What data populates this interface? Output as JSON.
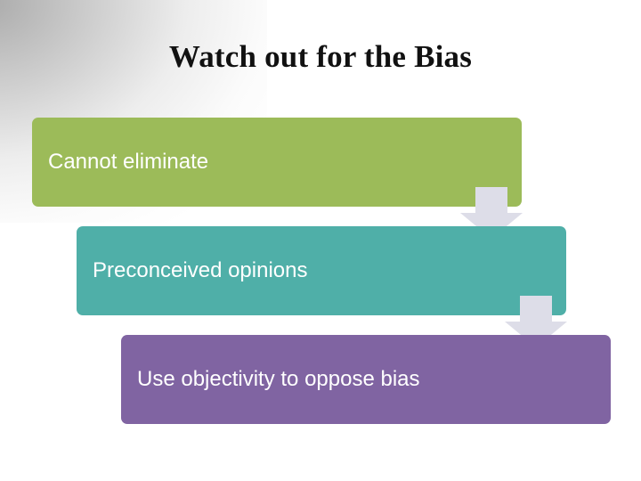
{
  "slide": {
    "title": "Watch out for the Bias",
    "background_color": "#FFFFFF",
    "steps": [
      {
        "label": "Cannot eliminate",
        "color": "#9CBB59"
      },
      {
        "label": "Preconceived opinions",
        "color": "#4FAFA8"
      },
      {
        "label": "Use objectivity to oppose bias",
        "color": "#8064A2"
      }
    ],
    "arrow_color": "#DDDDE8"
  }
}
